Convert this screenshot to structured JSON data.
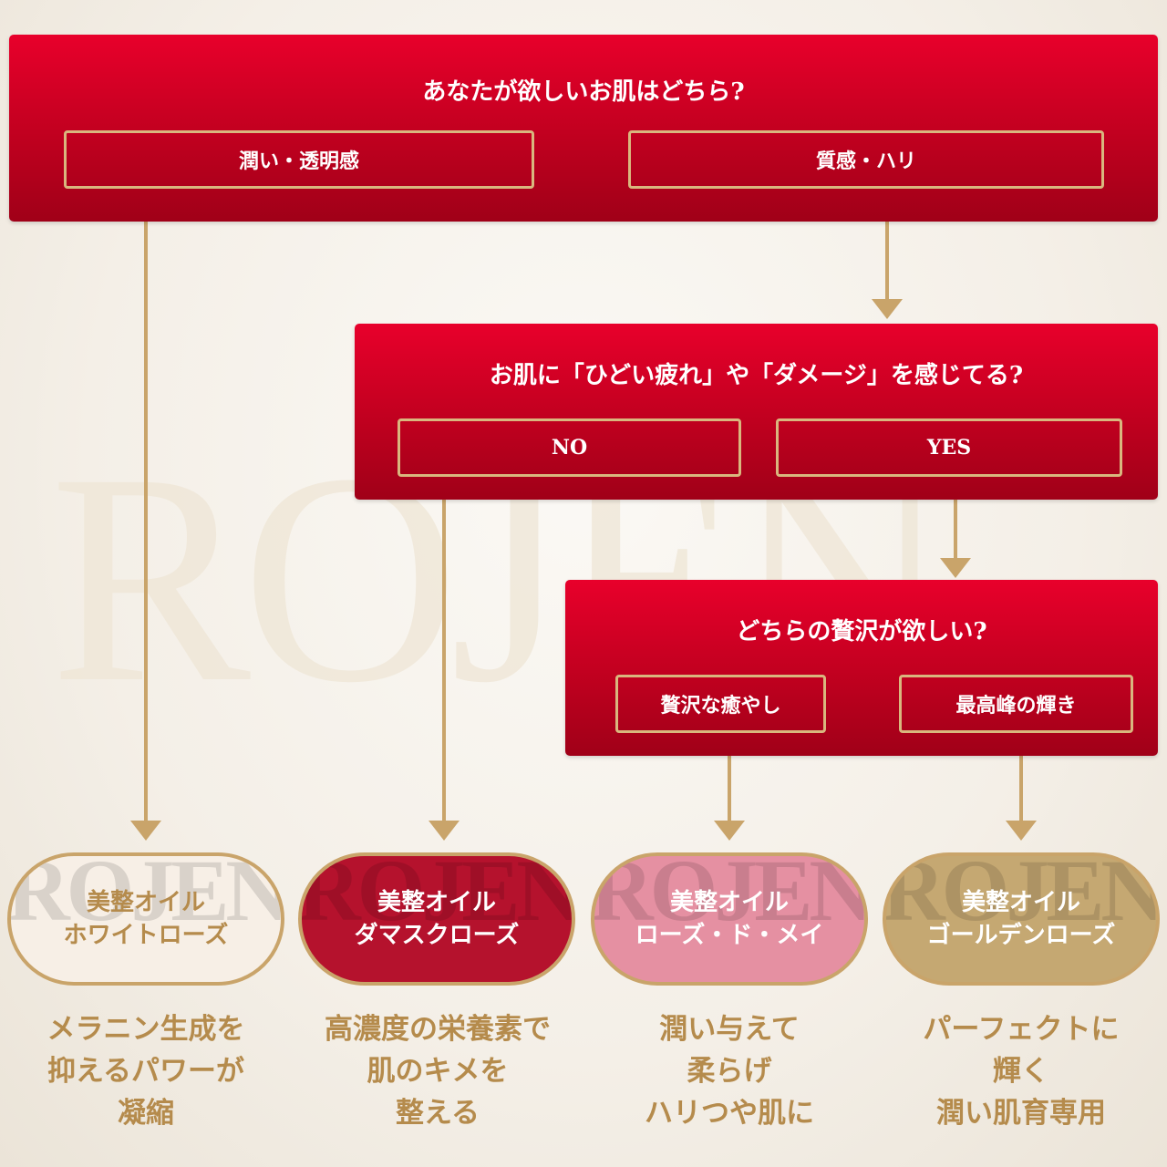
{
  "watermark": "ROJEN",
  "q1": {
    "title": "あなたが欲しいお肌はどちら?",
    "options": [
      "潤い・透明感",
      "質感・ハリ"
    ]
  },
  "q2": {
    "title": "お肌に「ひどい疲れ」や「ダメージ」を感じてる?",
    "options": [
      "NO",
      "YES"
    ]
  },
  "q3": {
    "title": "どちらの贅沢が欲しい?",
    "options": [
      "贅沢な癒やし",
      "最高峰の輝き"
    ]
  },
  "results": [
    {
      "line1": "美整オイル",
      "line2": "ホワイトローズ",
      "desc": [
        "メラニン生成を",
        "抑えるパワーが",
        "凝縮"
      ],
      "color": "#f7efe6",
      "text": "#b58b4c"
    },
    {
      "line1": "美整オイル",
      "line2": "ダマスクローズ",
      "desc": [
        "高濃度の栄養素で",
        "肌のキメを",
        "整える"
      ],
      "color": "#b5122d",
      "text": "#ffffff"
    },
    {
      "line1": "美整オイル",
      "line2": "ローズ・ド・メイ",
      "desc": [
        "潤い与えて",
        "柔らげ",
        "ハリつや肌に"
      ],
      "color": "#e590a2",
      "text": "#ffffff"
    },
    {
      "line1": "美整オイル",
      "line2": "ゴールデンローズ",
      "desc": [
        "パーフェクトに",
        "輝く",
        "潤い肌育専用"
      ],
      "color": "#c5a872",
      "text": "#ffffff"
    }
  ]
}
